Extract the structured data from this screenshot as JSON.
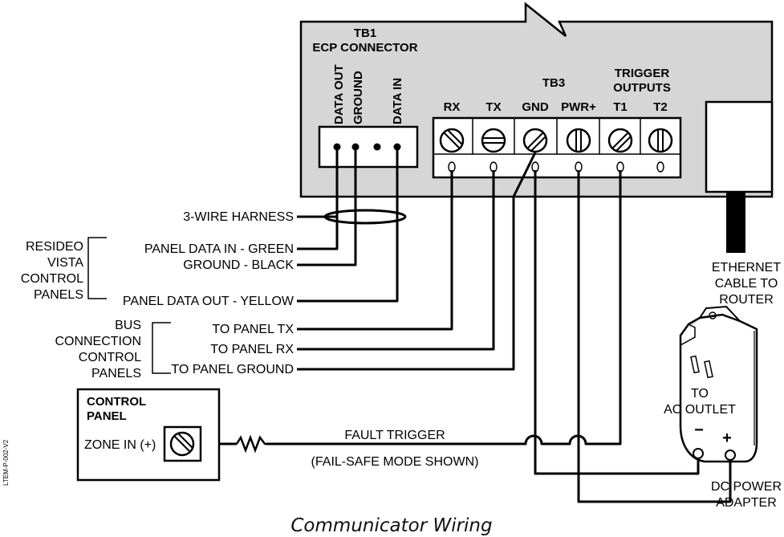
{
  "board": {
    "tb1_title": "TB1",
    "tb1_subtitle": "ECP CONNECTOR",
    "ecp_pins": [
      "DATA OUT",
      "GROUND",
      "DATA IN"
    ],
    "tb3_title": "TB3",
    "trigger_outputs_line1": "TRIGGER",
    "trigger_outputs_line2": "OUTPUTS",
    "terminals": [
      "RX",
      "TX",
      "GND",
      "PWR+",
      "T1",
      "T2"
    ]
  },
  "harness_label": "3-WIRE HARNESS",
  "vista_group": {
    "title_lines": [
      "RESIDEO",
      "VISTA",
      "CONTROL",
      "PANELS"
    ],
    "wires": [
      "PANEL DATA IN - GREEN",
      "GROUND - BLACK",
      "PANEL DATA OUT - YELLOW"
    ]
  },
  "bus_group": {
    "title_lines": [
      "BUS",
      "CONNECTION",
      "CONTROL",
      "PANELS"
    ],
    "wires": [
      "TO PANEL TX",
      "TO PANEL RX",
      "TO PANEL GROUND"
    ]
  },
  "control_panel": {
    "title_lines": [
      "CONTROL",
      "PANEL"
    ],
    "zone_label": "ZONE IN (+)"
  },
  "fault_trigger": {
    "line1": "FAULT TRIGGER",
    "line2": "(FAIL-SAFE MODE SHOWN)"
  },
  "ethernet_label_lines": [
    "ETHERNET",
    "CABLE TO",
    "ROUTER"
  ],
  "ac_outlet_lines": [
    "TO",
    "AC OUTLET"
  ],
  "adapter": {
    "minus": "−",
    "plus": "+",
    "label_lines": [
      "DC POWER",
      "ADAPTER"
    ]
  },
  "side_code": "LTEM-P-002-V2",
  "caption": "Communicator Wiring"
}
